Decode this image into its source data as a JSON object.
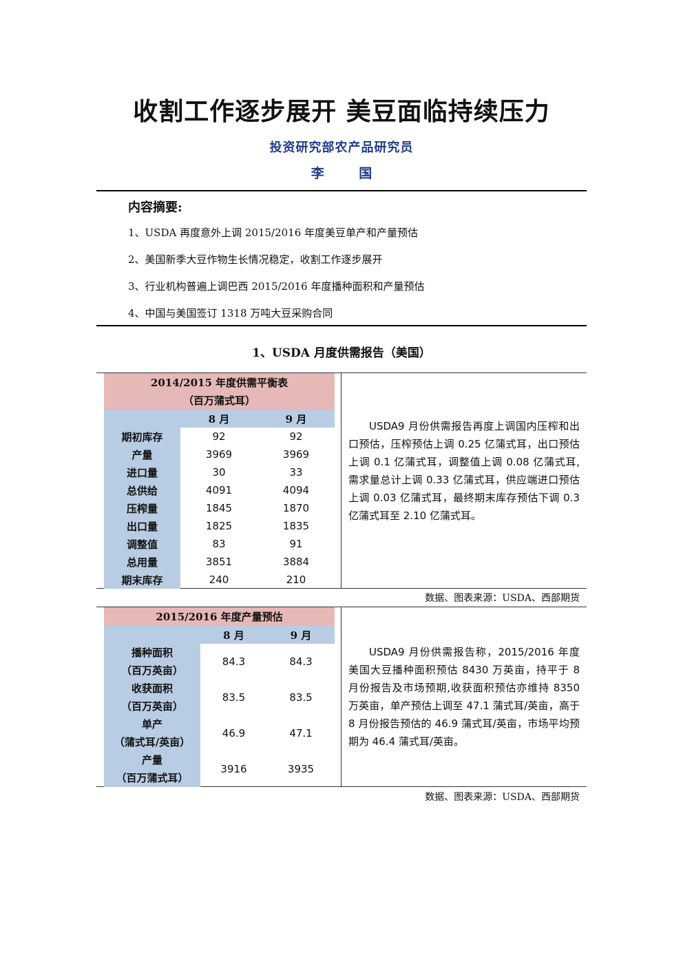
{
  "header": {
    "title": "收割工作逐步展开 美豆面临持续压力",
    "department": "投资研究部农产品研究员",
    "author": "李 国"
  },
  "abstract": {
    "heading": "内容摘要:",
    "items": [
      "1、USDA 再度意外上调 2015/2016 年度美豆单产和产量预估",
      "2、美国新季大豆作物生长情况稳定，收割工作逐步展开",
      "3、行业机构普遍上调巴西 2015/2016 年度播种面积和产量预估",
      "4、中国与美国签订 1318 万吨大豆采购合同"
    ]
  },
  "section1": {
    "title": "1、USDA 月度供需报告（美国）",
    "table1": {
      "title_line1": "2014/2015 年度供需平衡表",
      "title_line2": "（百万蒲式耳）",
      "columns": [
        "8 月",
        "9 月"
      ],
      "rows": [
        {
          "label": "期初库存",
          "aug": "92",
          "sep": "92"
        },
        {
          "label": "产量",
          "aug": "3969",
          "sep": "3969"
        },
        {
          "label": "进口量",
          "aug": "30",
          "sep": "33"
        },
        {
          "label": "总供给",
          "aug": "4091",
          "sep": "4094"
        },
        {
          "label": "压榨量",
          "aug": "1845",
          "sep": "1870"
        },
        {
          "label": "出口量",
          "aug": "1825",
          "sep": "1835"
        },
        {
          "label": "调整值",
          "aug": "83",
          "sep": "91"
        },
        {
          "label": "总用量",
          "aug": "3851",
          "sep": "3884"
        },
        {
          "label": "期末库存",
          "aug": "240",
          "sep": "210"
        }
      ],
      "description": "USDA9 月份供需报告再度上调国内压榨和出口预估，压榨预估上调 0.25 亿蒲式耳，出口预估上调 0.1 亿蒲式耳，调整值上调 0.08 亿蒲式耳,需求量总计上调 0.33 亿蒲式耳，供应端进口预估上调 0.03 亿蒲式耳，最终期末库存预估下调 0.3 亿蒲式耳至 2.10 亿蒲式耳。",
      "source": "数据、图表来源：USDA、西部期货"
    },
    "table2": {
      "title": "2015/2016 年度产量预估",
      "columns": [
        "8 月",
        "9 月"
      ],
      "rows": [
        {
          "label1": "播种面积",
          "label2": "（百万英亩）",
          "aug": "84.3",
          "sep": "84.3"
        },
        {
          "label1": "收获面积",
          "label2": "（百万英亩）",
          "aug": "83.5",
          "sep": "83.5"
        },
        {
          "label1": "单产",
          "label2": "（蒲式耳/英亩）",
          "aug": "46.9",
          "sep": "47.1"
        },
        {
          "label1": "产量",
          "label2": "（百万蒲式耳）",
          "aug": "3916",
          "sep": "3935"
        }
      ],
      "description": "USDA9 月份供需报告称，2015/2016 年度美国大豆播种面积预估 8430 万英亩，持平于 8 月份报告及市场预期,收获面积预估亦维持 8350 万英亩，单产预估上调至 47.1 蒲式耳/英亩，高于 8 月份报告预估的 46.9 蒲式耳/英亩，市场平均预期为 46.4 蒲式耳/英亩。",
      "source": "数据、图表来源：USDA、西部期货"
    }
  }
}
